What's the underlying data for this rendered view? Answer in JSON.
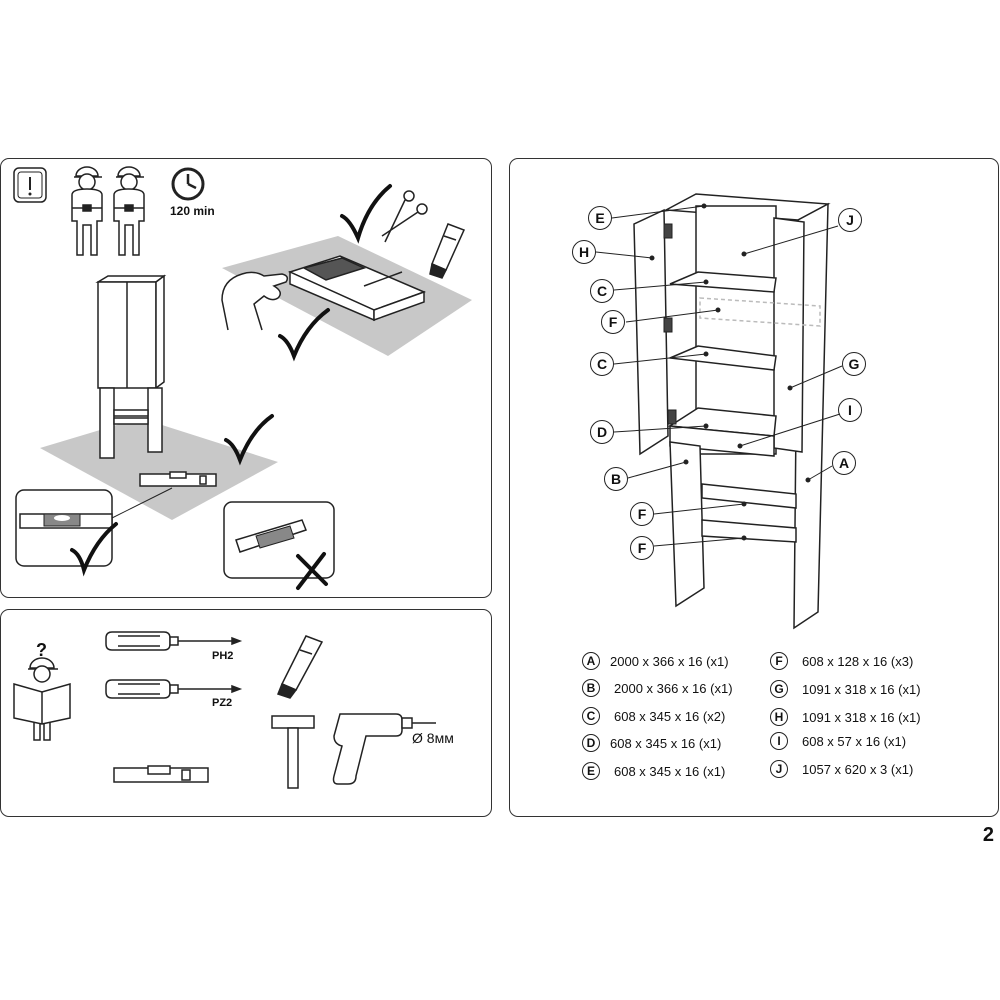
{
  "info": {
    "time_label": "120 min"
  },
  "tools": {
    "screwdriver_1": "PH2",
    "screwdriver_2": "PZ2",
    "drill_bit": "Ø 8мм",
    "help_question": "?"
  },
  "parts": [
    {
      "letter": "A",
      "spec": "2000 x 366 x 16 (x1)"
    },
    {
      "letter": "B",
      "spec": "2000 x 366 x 16 (x1)"
    },
    {
      "letter": "C",
      "spec": "608 x 345 x 16 (x2)"
    },
    {
      "letter": "D",
      "spec": "608 x 345 x 16 (x1)"
    },
    {
      "letter": "E",
      "spec": "608 x 345 x 16 (x1)"
    },
    {
      "letter": "F",
      "spec": "608 x 128 x 16 (x3)"
    },
    {
      "letter": "G",
      "spec": "1091 x 318 x 16 (x1)"
    },
    {
      "letter": "H",
      "spec": "1091 x 318 x 16 (x1)"
    },
    {
      "letter": "I",
      "spec": "608 x 57 x 16 (x1)"
    },
    {
      "letter": "J",
      "spec": "1057 x 620 x 3 (x1)"
    }
  ],
  "diagram_labels": [
    "E",
    "H",
    "C",
    "F",
    "C",
    "D",
    "B",
    "F",
    "F",
    "J",
    "G",
    "I",
    "A"
  ],
  "page_number": "2"
}
